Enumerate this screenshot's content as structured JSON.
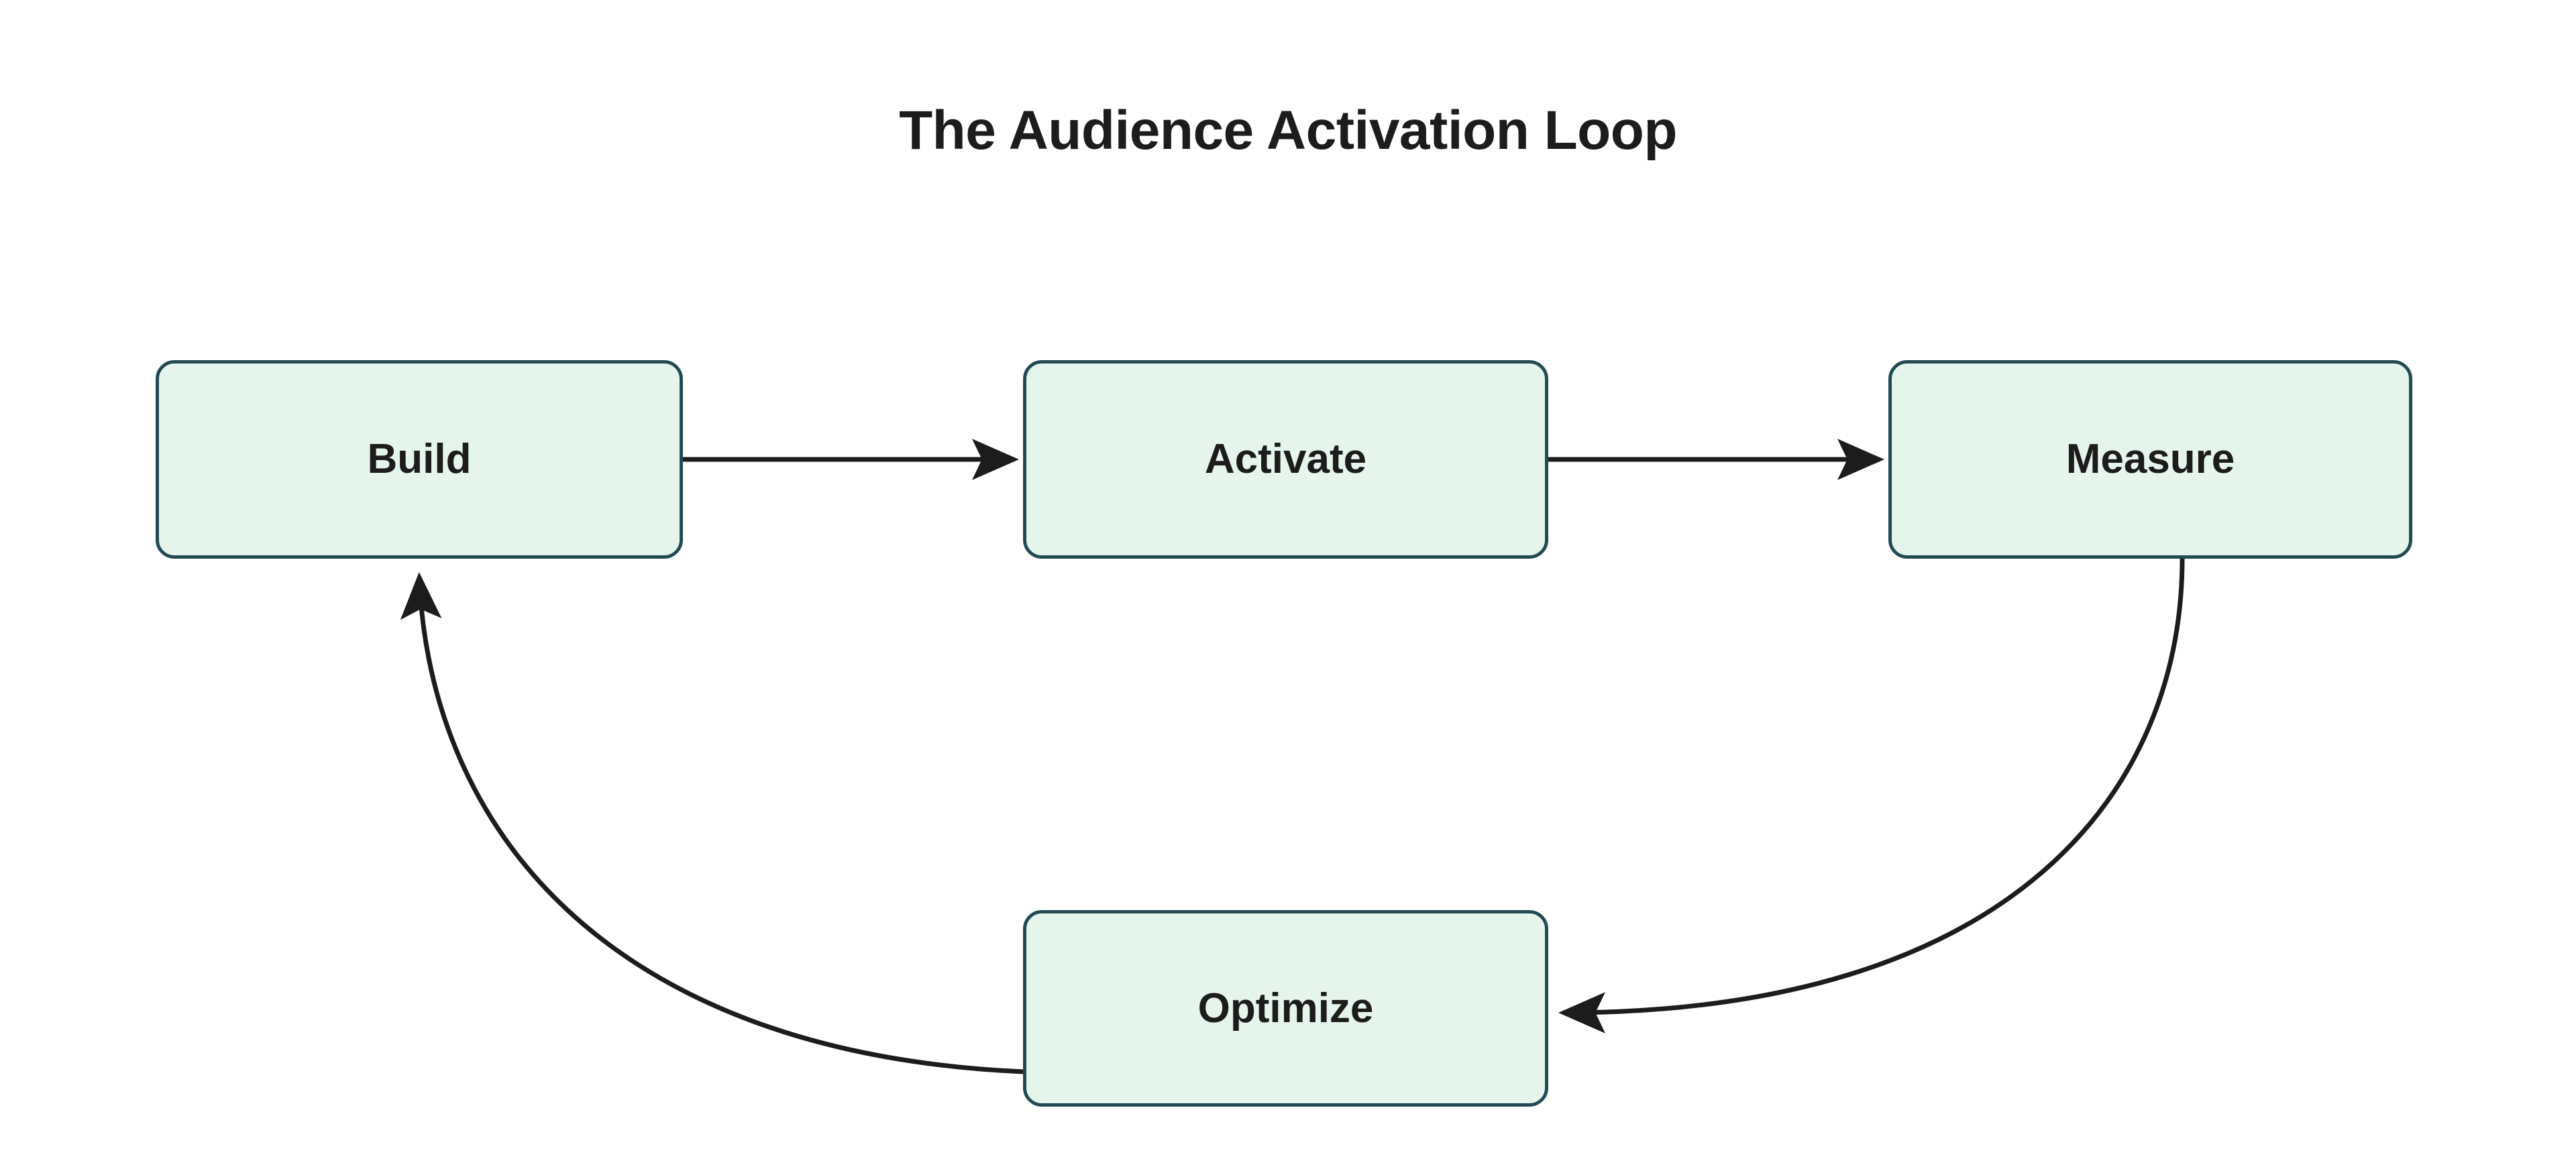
{
  "diagram": {
    "title": "The Audience Activation Loop",
    "type": "cycle-flowchart",
    "background_color": "#ffffff",
    "node_fill_color": "#e6f5ec",
    "node_border_color": "#234a52",
    "edge_color": "#1c1c1c",
    "text_color": "#1c1c1c",
    "nodes": [
      {
        "id": "build",
        "label": "Build"
      },
      {
        "id": "activate",
        "label": "Activate"
      },
      {
        "id": "measure",
        "label": "Measure"
      },
      {
        "id": "optimize",
        "label": "Optimize"
      }
    ],
    "edges": [
      {
        "from": "Build",
        "to": "Activate",
        "style": "straight-arrow",
        "label": ""
      },
      {
        "from": "Activate",
        "to": "Measure",
        "style": "straight-arrow",
        "label": ""
      },
      {
        "from": "Measure",
        "to": "Optimize",
        "style": "curved-arrow",
        "label": ""
      },
      {
        "from": "Optimize",
        "to": "Build",
        "style": "curved-arrow",
        "label": ""
      }
    ]
  }
}
